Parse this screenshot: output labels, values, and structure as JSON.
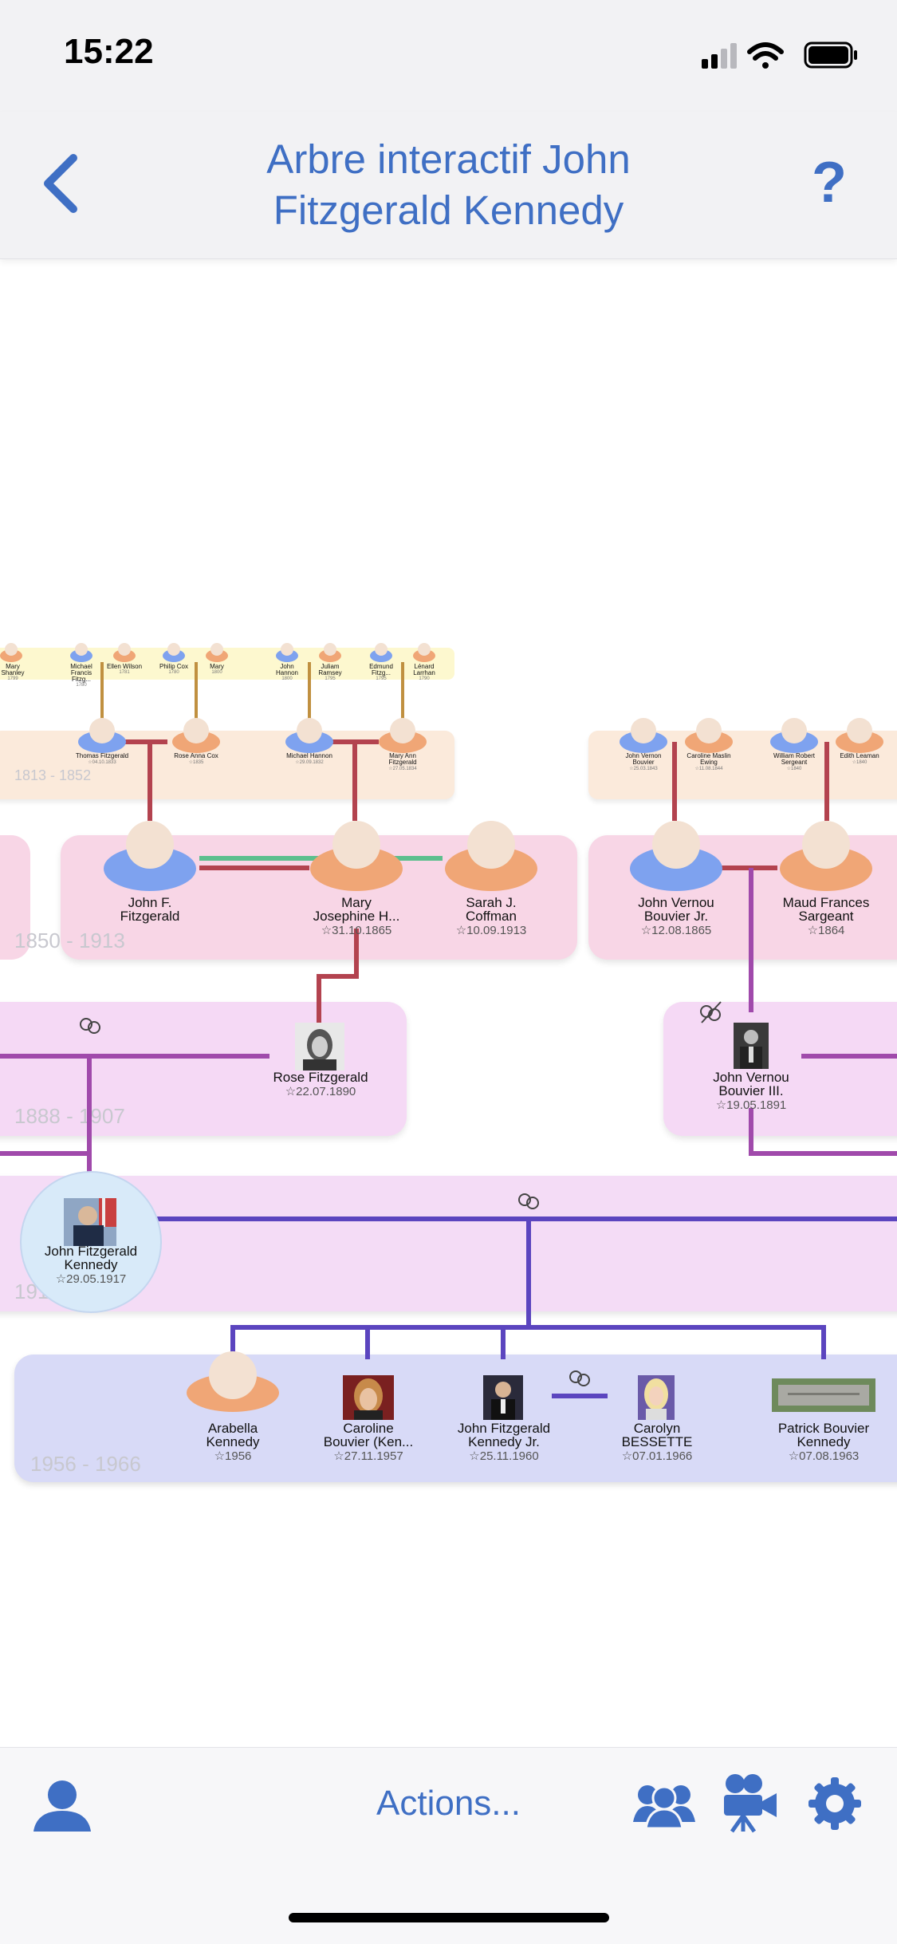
{
  "status": {
    "time": "15:22"
  },
  "header": {
    "title_line1": "Arbre interactif John",
    "title_line2": "Fitzgerald Kennedy",
    "help_label": "?"
  },
  "generations": {
    "g1": "1813 - 1852",
    "g2": "1850 - 1913",
    "g3": "1888 - 1907",
    "g4": "191",
    "g5": "1956 - 1966"
  },
  "people": {
    "top_row": [
      {
        "name": "Mary Shanley",
        "date": "1799"
      },
      {
        "name": "Michael Francis Fitzg...",
        "date": "1780"
      },
      {
        "name": "Ellen Wilson",
        "date": "1781"
      },
      {
        "name": "Philip Cox",
        "date": "1780"
      },
      {
        "name": "Mary",
        "date": "1800"
      },
      {
        "name": "John Hannon",
        "date": "1800"
      },
      {
        "name": "Juliam Ramsey",
        "date": "1795"
      },
      {
        "name": "Edmund Fitzg...",
        "date": "1795"
      },
      {
        "name": "Lénard Larrhan",
        "date": "1790"
      }
    ],
    "g1_row": [
      {
        "name": "Thomas Fitzgerald",
        "date": "☆04.10.1833"
      },
      {
        "name": "Rose Anna Cox",
        "date": "☆1835"
      },
      {
        "name": "Michael Hannon",
        "date": "☆29.09.1832"
      },
      {
        "name": "Mary Ann Fitzgerald",
        "date": "☆27.05.1834"
      },
      {
        "name": "John Vernon Bouvier",
        "date": "☆25.03.1843"
      },
      {
        "name": "Caroline Maslin Ewing",
        "date": "☆11.08.1844"
      },
      {
        "name": "William Robert Sergeant",
        "date": "☆1840"
      },
      {
        "name": "Edith Leaman",
        "date": "☆1840"
      }
    ],
    "john_f": {
      "line1": "John F.",
      "line2": "Fitzgerald"
    },
    "mary_j": {
      "line1": "Mary",
      "line2": "Josephine H...",
      "date": "☆31.10.1865"
    },
    "sarah": {
      "line1": "Sarah J.",
      "line2": "Coffman",
      "date": "☆10.09.1913"
    },
    "jv_jr": {
      "line1": "John Vernou",
      "line2": "Bouvier Jr.",
      "date": "☆12.08.1865"
    },
    "maud": {
      "line1": "Maud Frances",
      "line2": "Sargeant",
      "date": "☆1864"
    },
    "rose": {
      "line1": "Rose Fitzgerald",
      "date": "☆22.07.1890"
    },
    "jv_iii": {
      "line1": "John Vernou",
      "line2": "Bouvier III.",
      "date": "☆19.05.1891"
    },
    "jfk": {
      "line1": "John Fitzgerald",
      "line2": "Kennedy",
      "date": "☆29.05.1917"
    },
    "arabella": {
      "line1": "Arabella",
      "line2": "Kennedy",
      "date": "☆1956"
    },
    "caroline": {
      "line1": "Caroline",
      "line2": "Bouvier (Ken...",
      "date": "☆27.11.1957"
    },
    "jfk_jr": {
      "line1": "John Fitzgerald",
      "line2": "Kennedy Jr.",
      "date": "☆25.11.1960"
    },
    "carolyn": {
      "line1": "Carolyn",
      "line2": "BESSETTE",
      "date": "☆07.01.1966"
    },
    "patrick": {
      "line1": "Patrick Bouvier",
      "line2": "Kennedy",
      "date": "☆07.08.1963"
    }
  },
  "toolbar": {
    "actions_label": "Actions..."
  },
  "colors": {
    "accent": "#3f6fc4",
    "male": "#7ea2ef",
    "female": "#f0a676",
    "paternal_line": "#b3434f",
    "partner_line": "#5dbf8e",
    "descendant_line": "#5b45bf",
    "ancestor_line": "#a04aab"
  },
  "icons": [
    "back-chevron-icon",
    "help-icon",
    "person-icon",
    "group-icon",
    "video-camera-icon",
    "gear-icon",
    "marriage-rings-icon",
    "divorced-rings-icon"
  ]
}
